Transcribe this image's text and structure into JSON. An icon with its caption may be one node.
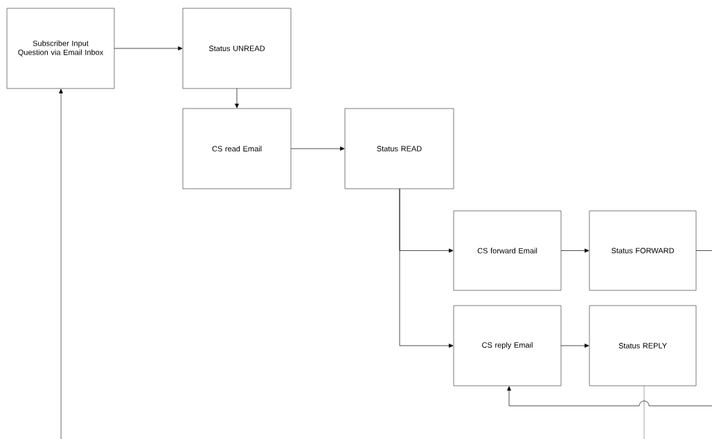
{
  "diagram": {
    "nodes": [
      {
        "text": [
          "Subscriber Input Question via Email Inbox"
        ]
      },
      {
        "text": [
          "Status UNREAD"
        ]
      },
      {
        "text": [
          "CS read Email"
        ]
      },
      {
        "text": [
          "Status READ"
        ]
      },
      {
        "text": [
          "CS forward Email"
        ]
      },
      {
        "text": [
          "CS reply Email"
        ]
      },
      {
        "text": [
          "Status FORWARD"
        ]
      },
      {
        "text": [
          "Status REPLY"
        ]
      }
    ],
    "edges": [
      {
        "from": 0,
        "to": 1,
        "arrow": "to"
      },
      {
        "from": 1,
        "to": 2,
        "arrow": "to"
      },
      {
        "from": 2,
        "to": 3,
        "arrow": "to"
      },
      {
        "from": 3,
        "to": 4,
        "arrow": "to"
      },
      {
        "from": 3,
        "to": 5,
        "arrow": "to"
      },
      {
        "from": 4,
        "to": 6,
        "arrow": "to"
      },
      {
        "from": 5,
        "to": 7,
        "arrow": "to"
      },
      {
        "from": 6,
        "to": null,
        "arrow": "none"
      },
      {
        "from": null,
        "to": 5,
        "arrow": "to"
      },
      {
        "from": 7,
        "to": null,
        "arrow": "none"
      },
      {
        "from": null,
        "to": 0,
        "arrow": "to"
      }
    ]
  }
}
